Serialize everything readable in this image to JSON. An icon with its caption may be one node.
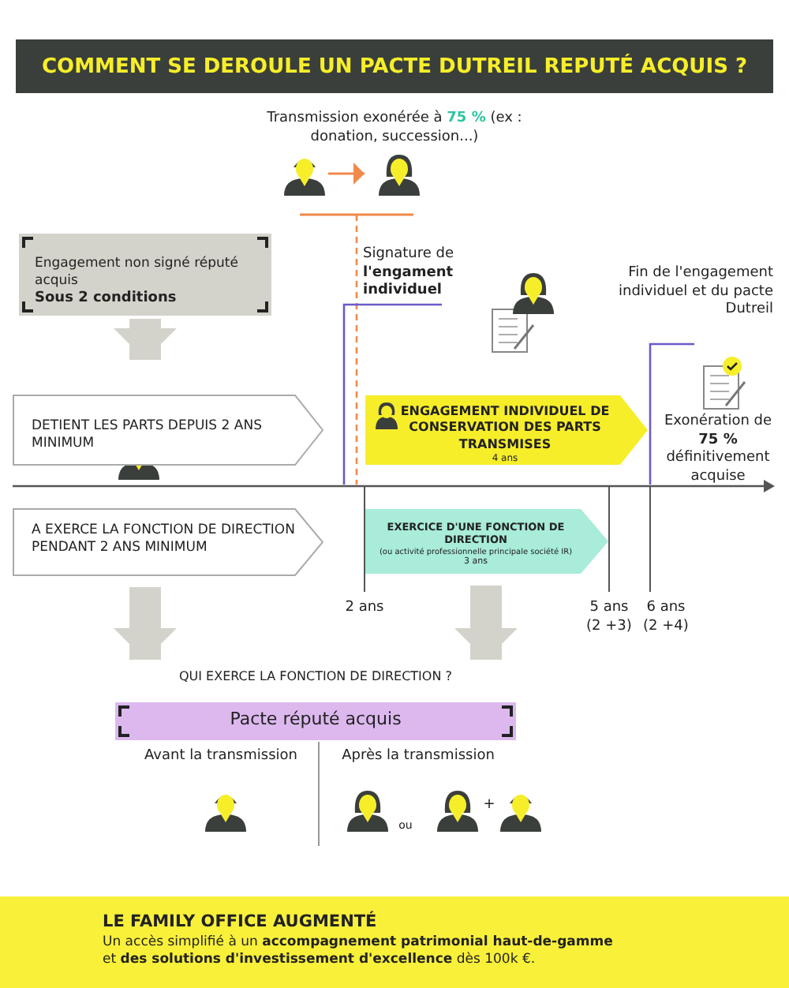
{
  "diagram": {
    "title": "COMMENT SE DEROULE UN PACTE DUTREIL REPUTÉ ACQUIS ?",
    "nodes": [
      {
        "text": [],
        "shape": "person"
      },
      {
        "text": [],
        "shape": "person"
      },
      {
        "text": [
          "Engagement non signé réputé acquis",
          "Sous 2 conditions"
        ]
      },
      {
        "text": [
          "DETIENT LES PARTS DEPUIS 2 ANS MINIMUM"
        ]
      },
      {
        "text": [
          "A EXERCE LA FONCTION DE DIRECTION PENDANT 2 ANS MINIMUM"
        ]
      },
      {
        "text": [
          "ENGAGEMENT INDIVIDUEL DE CONSERVATION DES PARTS TRANSMISES",
          "4 ans"
        ]
      },
      {
        "text": [
          "EXERCICE D'UNE FONCTION DE DIRECTION",
          "(ou activité professionnelle principale société IR)",
          "3 ans"
        ]
      },
      {
        "text": [
          "Pacte réputé acquis"
        ],
        "beside": [
          "Avant la transmission",
          "Après la transmission"
        ]
      }
    ],
    "edges": [
      {
        "from": 0,
        "to": 1,
        "arrow": "to",
        "color": "#f08a4b"
      },
      {
        "from": 2,
        "to": 3,
        "arrow": "to"
      },
      {
        "from": 4,
        "to": 7,
        "arrow": "to"
      },
      {
        "from": 6,
        "to": 7,
        "arrow": "to"
      }
    ],
    "labels": [
      "Transmission exonérée à **75 %** (ex : donation, succession...)",
      "Signature de **l'engament individuel**",
      "Fin de l'engagement individuel et du pacte Dutreil",
      "Exonération de **75 %** définitivement acquise",
      "2 ans",
      "5 ans (2 +3)",
      "6 ans (2 +4)",
      "QUI EXERCE LA FONCTION DE DIRECTION ?",
      "ou",
      "+",
      "LE FAMILY OFFICE AUGMENTÉ",
      "Un accès simplifié à un **accompagnement patrimonial haut-de-gamme** et **des solutions d'investissement d'excellence** dès 100k €."
    ]
  }
}
